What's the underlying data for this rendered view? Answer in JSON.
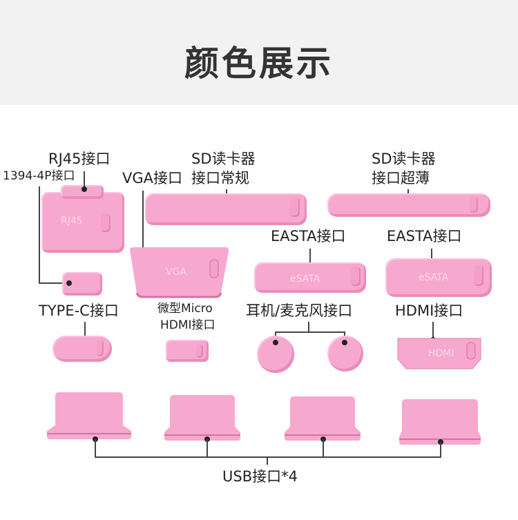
{
  "header": {
    "title": "颜色展示"
  },
  "labels": {
    "rj45": "RJ45接口",
    "p1394": "1394-4P接口",
    "vga": "VGA接口",
    "sd_regular_1": "SD读卡器",
    "sd_regular_2": "接口常规",
    "sd_thin_1": "SD读卡器",
    "sd_thin_2": "接口超薄",
    "esata_1": "EASTA接口",
    "esata_2": "EASTA接口",
    "typec": "TYPE-C接口",
    "micro_hdmi_1": "微型Micro",
    "micro_hdmi_2": "HDMI接口",
    "audio": "耳机/麦克风接口",
    "hdmi": "HDMI接口",
    "usb": "USB接口*4"
  },
  "embossed": {
    "rj45": "RJ45",
    "vga": "VGA",
    "esata_1": "eSATA",
    "esata_2": "eSATA",
    "hdmi": "HDMI"
  },
  "colors": {
    "plug": "#f7a8cf",
    "header_bg": "#f2f2f2"
  }
}
